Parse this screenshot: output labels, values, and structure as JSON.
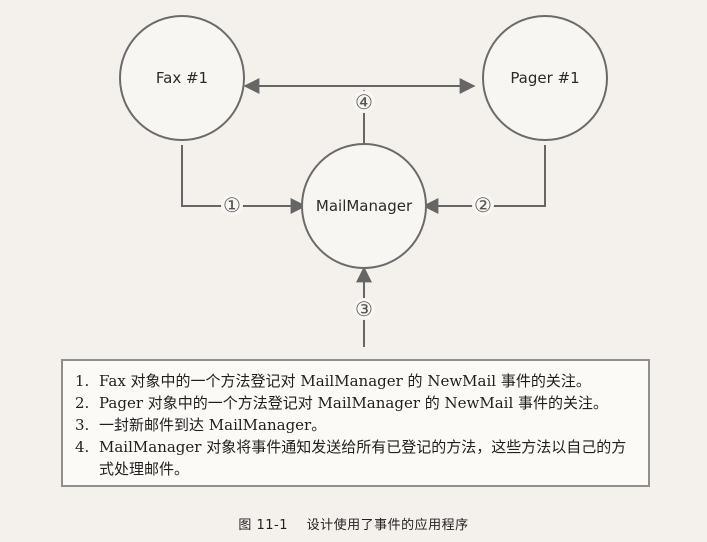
{
  "diagram": {
    "nodes": {
      "fax": "Fax #1",
      "pager": "Pager #1",
      "manager": "MailManager"
    },
    "steps": [
      "①",
      "②",
      "③",
      "④"
    ]
  },
  "legend": {
    "items": [
      {
        "num": "1.",
        "text": "Fax 对象中的一个方法登记对 MailManager 的 NewMail 事件的关注。"
      },
      {
        "num": "2.",
        "text": "Pager 对象中的一个方法登记对 MailManager 的 NewMail 事件的关注。"
      },
      {
        "num": "3.",
        "text": "一封新邮件到达 MailManager。"
      },
      {
        "num": "4.",
        "text": "MailManager 对象将事件通知发送给所有已登记的方法，这些方法以自己的方式处理邮件。"
      }
    ]
  },
  "caption": {
    "figure": "图 11-1",
    "title": "设计使用了事件的应用程序"
  }
}
